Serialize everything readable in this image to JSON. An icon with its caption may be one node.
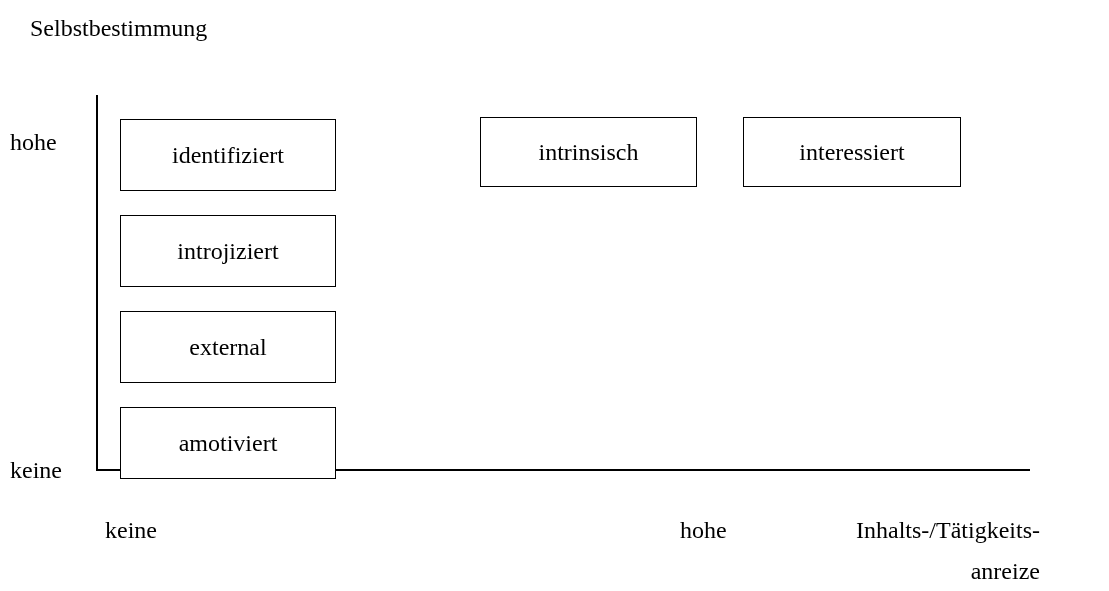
{
  "diagram": {
    "nodes": [
      {
        "text": [
          "identifiziert"
        ]
      },
      {
        "text": [
          "intrinsisch"
        ]
      },
      {
        "text": [
          "interessiert"
        ]
      },
      {
        "text": [
          "introjiziert"
        ]
      },
      {
        "text": [
          "external"
        ]
      },
      {
        "text": [
          "amotiviert"
        ]
      }
    ],
    "labels": [
      "Selbstbestimmung",
      "hohe",
      "keine",
      "keine",
      "hohe",
      "Inhalts-/Tätigkeits- anreize"
    ]
  }
}
